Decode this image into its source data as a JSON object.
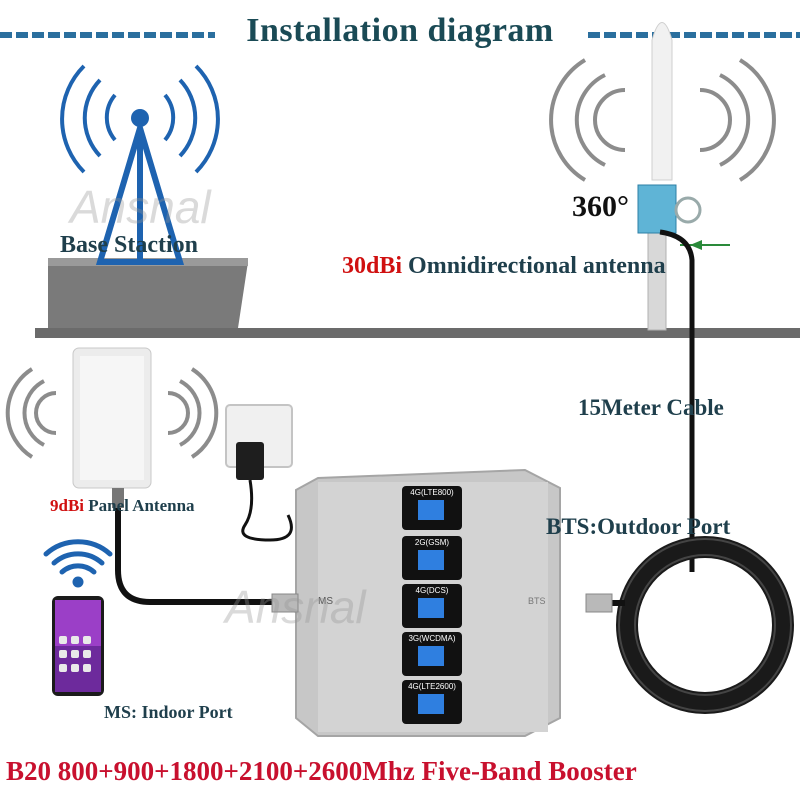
{
  "title": "Installation diagram",
  "labels": {
    "base_station": "Base Staction",
    "omni_gain": "30dBi",
    "omni_name": "Omnidirectional antenna",
    "angle": "360°",
    "cable": "15Meter Cable",
    "bts_port": "BTS:Outdoor Port",
    "panel_gain": "9dBi",
    "panel_name": "Panel Antenna",
    "ms_port": "MS: Indoor Port"
  },
  "booster": {
    "bands": [
      "4G(LTE800)",
      "2G(GSM)",
      "4G(DCS)",
      "3G(WCDMA)",
      "4G(LTE2600)"
    ],
    "left_port": "MS",
    "right_port": "BTS"
  },
  "watermark": "Ansnal",
  "footer": "B20 800+900+1800+2100+2600Mhz Five-Band Booster",
  "colors": {
    "title": "#1a4a55",
    "label": "#1f3f4c",
    "gain_red": "#d01010",
    "footer": "#c8102e",
    "roof": "#6b6b6b"
  }
}
